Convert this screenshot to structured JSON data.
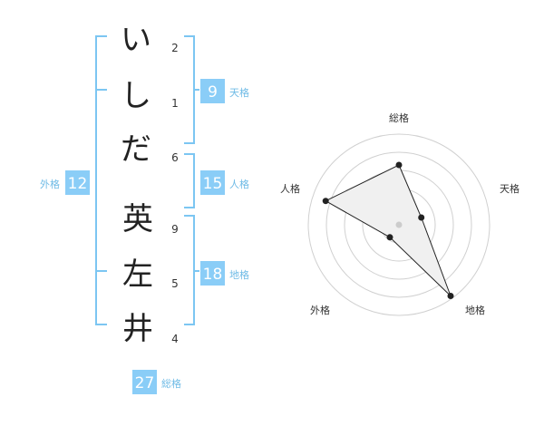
{
  "name_chars": [
    {
      "char": "い",
      "strokes": "2"
    },
    {
      "char": "し",
      "strokes": "1"
    },
    {
      "char": "だ",
      "strokes": "6"
    },
    {
      "char": "英",
      "strokes": "9"
    },
    {
      "char": "左",
      "strokes": "5"
    },
    {
      "char": "井",
      "strokes": "4"
    }
  ],
  "kakusu": {
    "tenkaku": {
      "value": "9",
      "label": "天格"
    },
    "jinkaku": {
      "value": "15",
      "label": "人格"
    },
    "chikaku": {
      "value": "18",
      "label": "地格"
    },
    "gaikaku": {
      "value": "12",
      "label": "外格"
    },
    "soukaku": {
      "value": "27",
      "label": "総格"
    }
  },
  "radar": {
    "axes": [
      "総格",
      "天格",
      "地格",
      "外格",
      "人格"
    ],
    "values": [
      0.66,
      0.26,
      0.97,
      0.17,
      0.85
    ],
    "colors": {
      "fill": "#f0f0f0",
      "line": "#222222",
      "center": "#cccccc"
    }
  },
  "colors": {
    "accent": "#8acdf7",
    "bracket": "#7cc6f2"
  }
}
